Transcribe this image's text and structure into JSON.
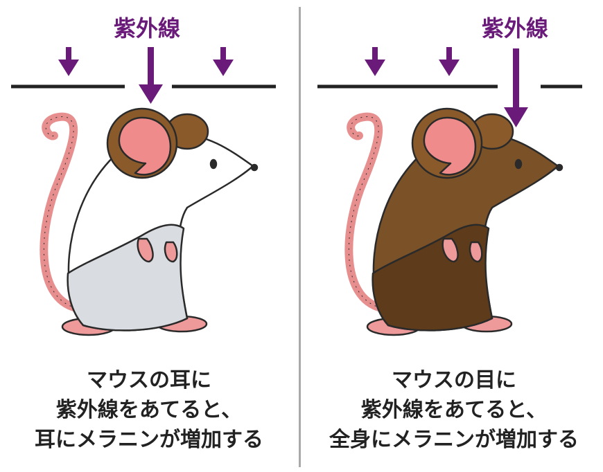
{
  "colors": {
    "uv_purple": "#6a1b7a",
    "barrier_line": "#222222",
    "divider": "#a9a9a9",
    "white_mouse_body": "#ffffff",
    "white_mouse_belly": "#d9dde2",
    "brown_mouse_body": "#7b5128",
    "brown_mouse_belly": "#5e3b1a",
    "ear_outer": "#8a5a2b",
    "ear_inner": "#ef8b8b",
    "tail": "#e78f8f",
    "paws": "#ef9a9a"
  },
  "icons": [
    "down-arrow-icon",
    "mouse-illustration"
  ],
  "left": {
    "uv_label": "紫外線",
    "mouse": "white-mouse",
    "caption_lines": [
      "マウスの耳に",
      "紫外線をあてると、",
      "耳にメラニンが増加する"
    ]
  },
  "right": {
    "uv_label": "紫外線",
    "mouse": "brown-mouse",
    "caption_lines": [
      "マウスの目に",
      "紫外線をあてると、",
      "全身にメラニンが増加する"
    ]
  }
}
